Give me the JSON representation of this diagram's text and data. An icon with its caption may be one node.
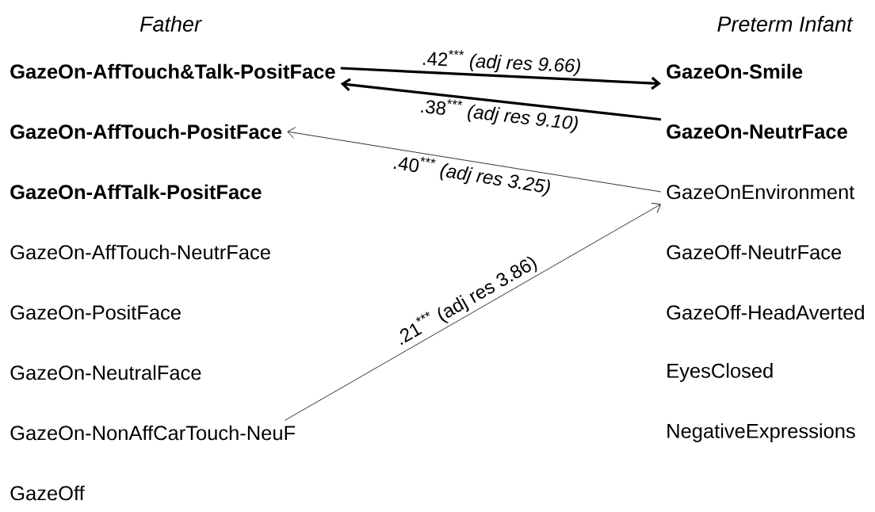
{
  "diagram": {
    "nodes": [
      {
        "text": [
          "GazeOn-AffTouch&Talk-PositFace"
        ]
      },
      {
        "text": [
          "GazeOn-AffTouch-PositFace"
        ]
      },
      {
        "text": [
          "GazeOn-AffTalk-PositFace"
        ]
      },
      {
        "text": [
          "GazeOn-AffTouch-NeutrFace"
        ]
      },
      {
        "text": [
          "GazeOn-PositFace"
        ]
      },
      {
        "text": [
          "GazeOn-NeutralFace"
        ]
      },
      {
        "text": [
          "GazeOn-NonAffCarTouch-NeuF"
        ]
      },
      {
        "text": [
          "GazeOff"
        ]
      },
      {
        "text": [
          "GazeOn-Smile"
        ]
      },
      {
        "text": [
          "GazeOn-NeutrFace"
        ]
      },
      {
        "text": [
          "GazeOnEnvironment"
        ]
      },
      {
        "text": [
          "GazeOff-NeutrFace"
        ]
      },
      {
        "text": [
          "GazeOff-HeadAverted"
        ]
      },
      {
        "text": [
          "EyesClosed"
        ]
      },
      {
        "text": [
          "NegativeExpressions"
        ]
      }
    ],
    "edges": [
      {
        "from": 0,
        "to": 8,
        "arrow": "to",
        "style": "thick",
        "label": ".42$^{***}$ *(adj res 9.66)*"
      },
      {
        "from": 9,
        "to": 0,
        "arrow": "to",
        "style": "thick",
        "label": ".38$^{***}$ *(adj res 9.10)*"
      },
      {
        "from": 10,
        "to": 1,
        "arrow": "to",
        "label": ".40$^{***}$ *(adj res 3.25)*"
      },
      {
        "from": 6,
        "to": 10,
        "arrow": "to",
        "label": ".21$^{***}$ (adj res 3.86)"
      }
    ],
    "labels": [
      "Father",
      "Preterm Infant"
    ]
  }
}
